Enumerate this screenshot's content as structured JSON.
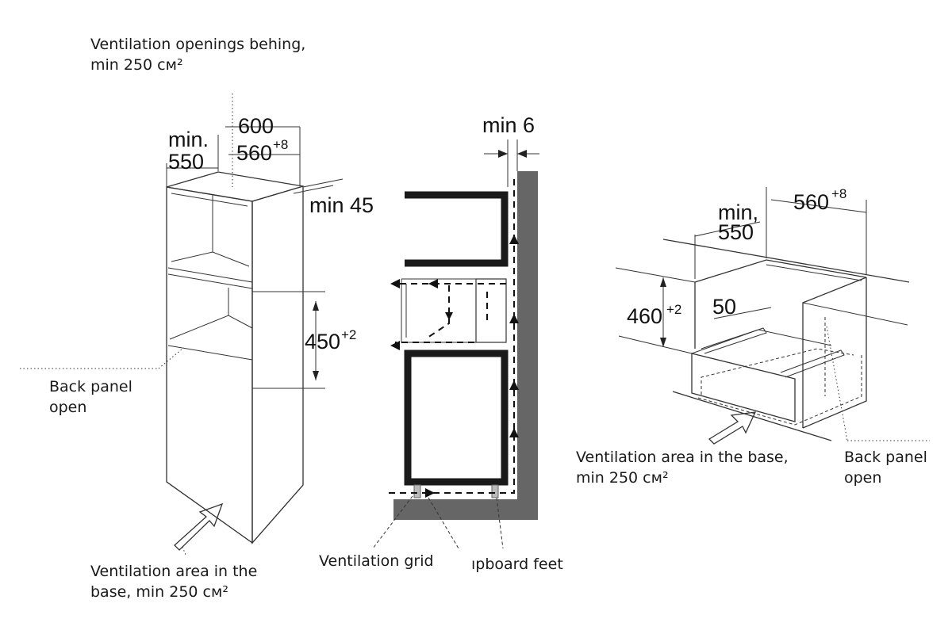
{
  "notes": {
    "top_line1": "Ventilation openings behing,",
    "top_line2": "min 250 см²",
    "back_panel_left_l1": "Back panel",
    "back_panel_left_l2": "open",
    "base_left_l1": "Ventilation area in the",
    "base_left_l2": "base, min 250 см²",
    "vent_grid": "Ventilation grid",
    "feet": "ıpboard feet",
    "base_right_l1": "Ventilation area in the base,",
    "base_right_l2": "min 250 см²",
    "back_panel_right_l1": "Back panel",
    "back_panel_right_l2": "open"
  },
  "dims": {
    "d600": "600",
    "min_l": "min.",
    "d550": "550",
    "d560": "560",
    "tol8": "+8",
    "min45": "min 45",
    "d450": "450",
    "tol2": "+2",
    "min6": "min 6",
    "r_min": "min,",
    "r_550": "550",
    "r_560": "560",
    "r_tol8": "+8",
    "r_460": "460",
    "r_tol2": "+2",
    "r_50": "50"
  }
}
